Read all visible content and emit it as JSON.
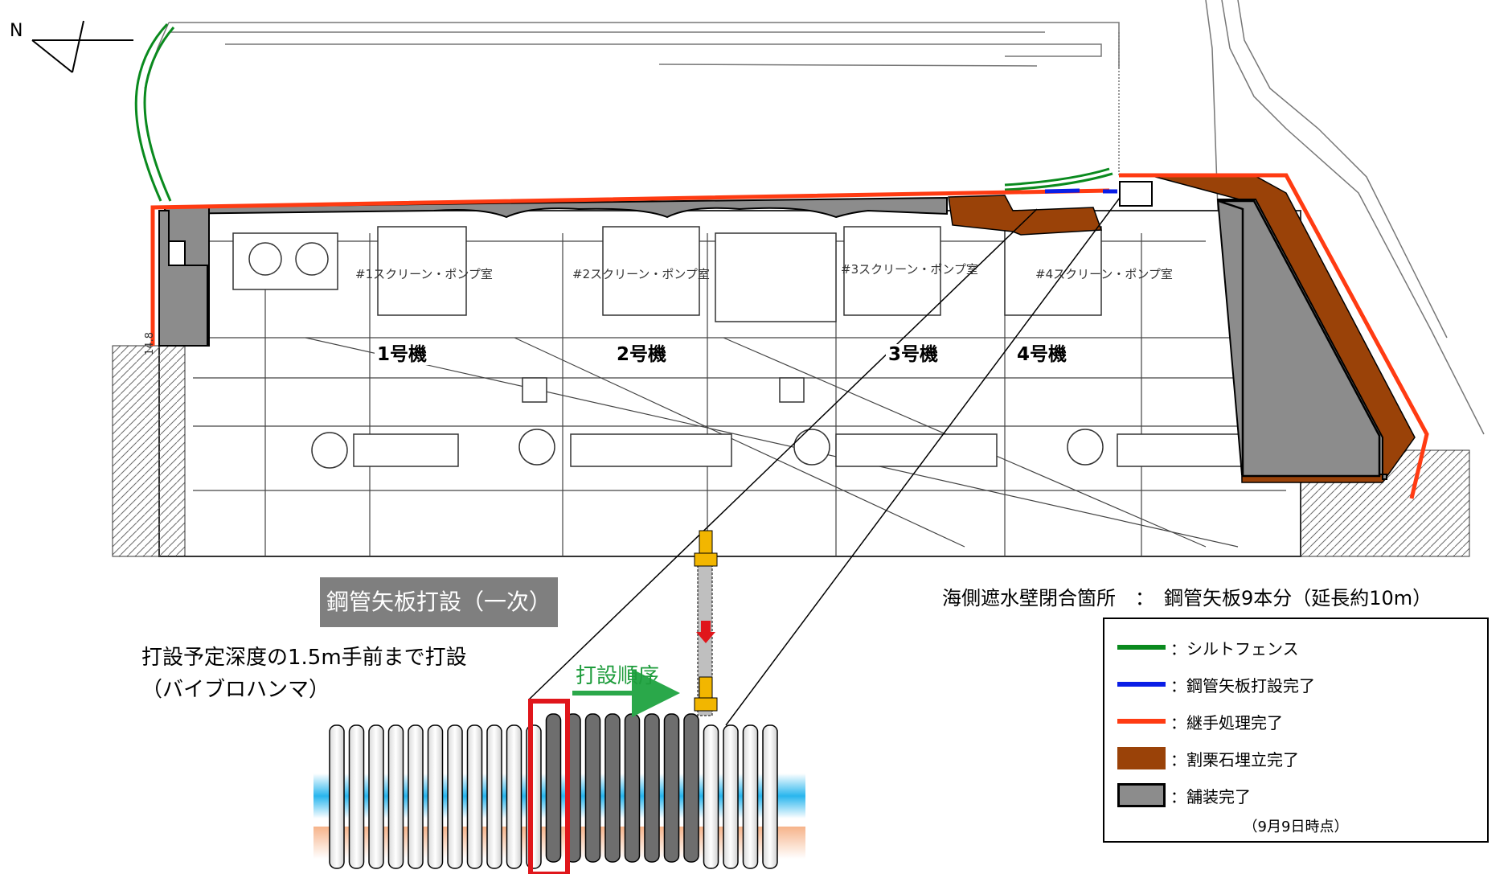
{
  "north_label": "N",
  "units": [
    {
      "label": "1号機"
    },
    {
      "label": "2号機"
    },
    {
      "label": "3号機"
    },
    {
      "label": "4号機"
    }
  ],
  "plan_labels": {
    "pump_1": "#1スクリーン・ポンプ室",
    "pump_2": "#2スクリーン・ポンプ室",
    "pump_3": "#3スクリーン・ポンプ室",
    "pump_4": "#4スクリーン・ポンプ室",
    "side_code": "14.8"
  },
  "detail": {
    "title": "鋼管矢板打設（一次）",
    "desc_line1": "打設予定深度の1.5m手前まで打設",
    "desc_line2": "（バイブロハンマ）",
    "sequence_label": "打設順序"
  },
  "summary": {
    "text": "海側遮水壁閉合箇所　：　鋼管矢板9本分（延長約10m）"
  },
  "legend": {
    "items": [
      {
        "label": "：シルトフェンス",
        "color": "#0a8a1e"
      },
      {
        "label": "：鋼管矢板打設完了",
        "color": "#0a1ee6"
      },
      {
        "label": "：継手処理完了",
        "color": "#ff3b12"
      },
      {
        "label": "：割栗石埋立完了",
        "color": "#9a4208"
      },
      {
        "label": "：舗装完了",
        "color": "#8c8c8c"
      }
    ],
    "note": "（9月9日時点）"
  },
  "colors": {
    "silt_fence": "#0a8a1e",
    "pile_done": "#0a1ee6",
    "joint_done": "#ff3b12",
    "rubble_done": "#9a4208",
    "paving_done": "#8c8c8c",
    "highlight": "#e0161b",
    "sequence": "#1e9c3c"
  }
}
